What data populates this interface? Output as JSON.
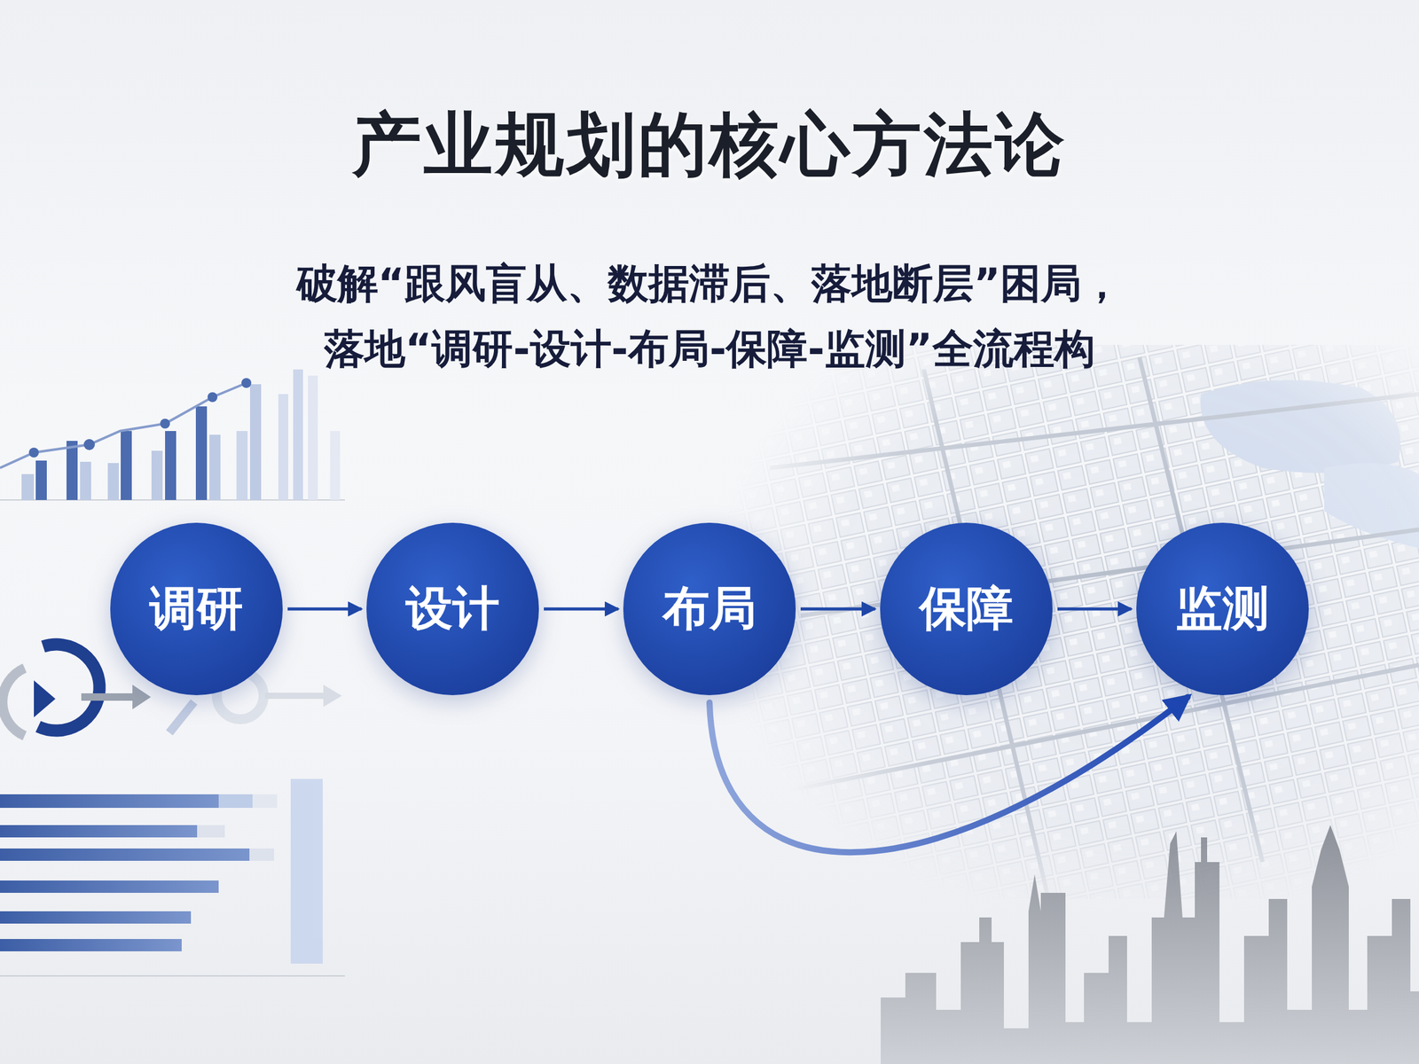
{
  "diagram": {
    "title": "产业规划的核心方法论",
    "nodes": [
      {
        "text": [
          "调研"
        ]
      },
      {
        "text": [
          "设计"
        ]
      },
      {
        "text": [
          "布局"
        ]
      },
      {
        "text": [
          "保障"
        ]
      },
      {
        "text": [
          "监测"
        ]
      }
    ],
    "edges": [
      {
        "from": 0,
        "to": 1,
        "arrow": "to"
      },
      {
        "from": 1,
        "to": 2,
        "arrow": "to"
      },
      {
        "from": 2,
        "to": 3,
        "arrow": "to"
      },
      {
        "from": 3,
        "to": 4,
        "arrow": "to"
      },
      {
        "from": 2,
        "to": 4,
        "arrow": "to"
      }
    ],
    "labels": [
      "破解“跟风盲从、数据滞后、落地断层”困局， 落地“调研-设计-布局-保障-监测”全流程构"
    ]
  }
}
